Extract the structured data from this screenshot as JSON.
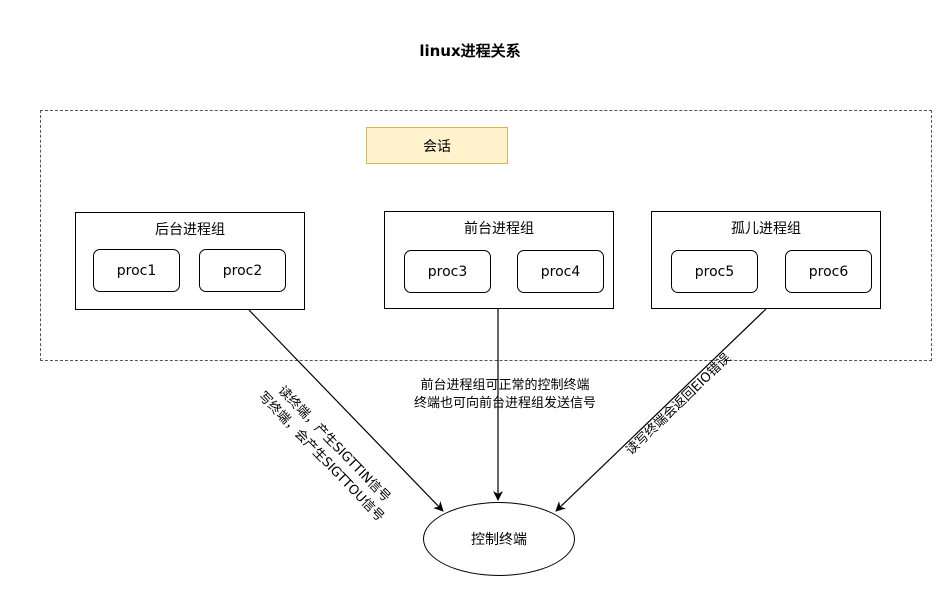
{
  "title": "linux进程关系",
  "session": {
    "label": "会话"
  },
  "groups": [
    {
      "label": "后台进程组",
      "procs": [
        "proc1",
        "proc2"
      ]
    },
    {
      "label": "前台进程组",
      "procs": [
        "proc3",
        "proc4"
      ]
    },
    {
      "label": "孤儿进程组",
      "procs": [
        "proc5",
        "proc6"
      ]
    }
  ],
  "terminal": {
    "label": "控制终端"
  },
  "notes": {
    "background": [
      "读终端，产生SIGTTIN信号",
      "写终端，会产生SIGTTOU信号"
    ],
    "foreground": [
      "前台进程组可正常的控制终端",
      "终端也可向前台进程组发送信号"
    ],
    "orphan": [
      "读写终端会返回EIO错误"
    ]
  },
  "colors": {
    "session_fill": "#fff2cc",
    "session_border": "#d6b656",
    "line": "#000000"
  }
}
